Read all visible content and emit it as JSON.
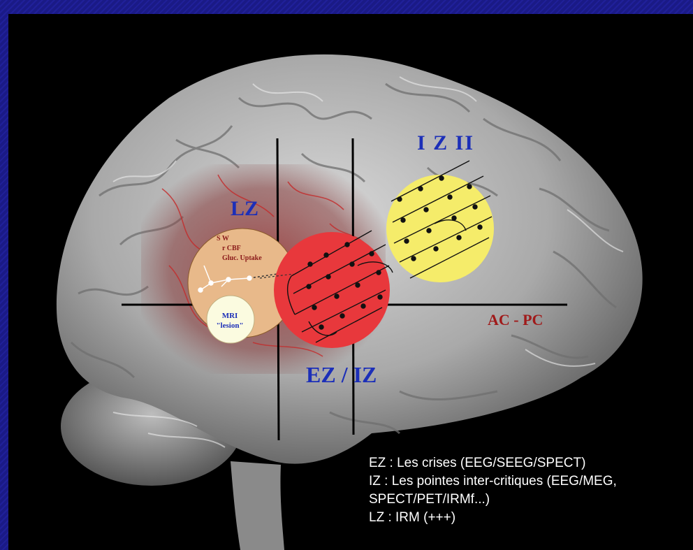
{
  "diagram": {
    "labels": {
      "lz": "LZ",
      "izii": "I Z II",
      "ez_iz": "EZ / IZ",
      "acpc": "AC - PC",
      "sw": "S W",
      "rcbf": "r CBF",
      "gluc": "Gluc. Uptake",
      "mri_line1": "MRI",
      "mri_line2": "\"lesion\""
    },
    "colors": {
      "lz_circle": "#e8b98a",
      "ez_circle": "#e8383c",
      "iz2_circle": "#f5ec6a",
      "mri_circle": "#fbfbe0",
      "label_blue": "#1c2fb8",
      "label_red": "#a01a1a"
    }
  },
  "legend": {
    "line1": "EZ : Les crises (EEG/SEEG/SPECT)",
    "line2": "IZ : Les pointes inter-critiques (EEG/MEG,",
    "line3": "SPECT/PET/IRMf...)",
    "line4": "LZ : IRM (+++)"
  }
}
